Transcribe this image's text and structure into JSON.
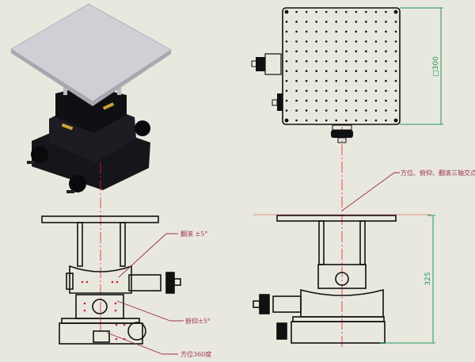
{
  "annotations": {
    "roll": "翻滚 ±5°",
    "pitch": "俯仰±5°",
    "azimuth": "方位360度",
    "intersection": "方位、俯仰、翻滚三轴交点"
  },
  "dimensions": {
    "plate_size": "□300",
    "height": "325"
  },
  "colors": {
    "background": "#e9e8df",
    "leader": "#9a3048",
    "dimension": "#1f9a5a",
    "axis": "#e0202a"
  },
  "plate_hole_grid": {
    "rows": 12,
    "cols": 12
  }
}
